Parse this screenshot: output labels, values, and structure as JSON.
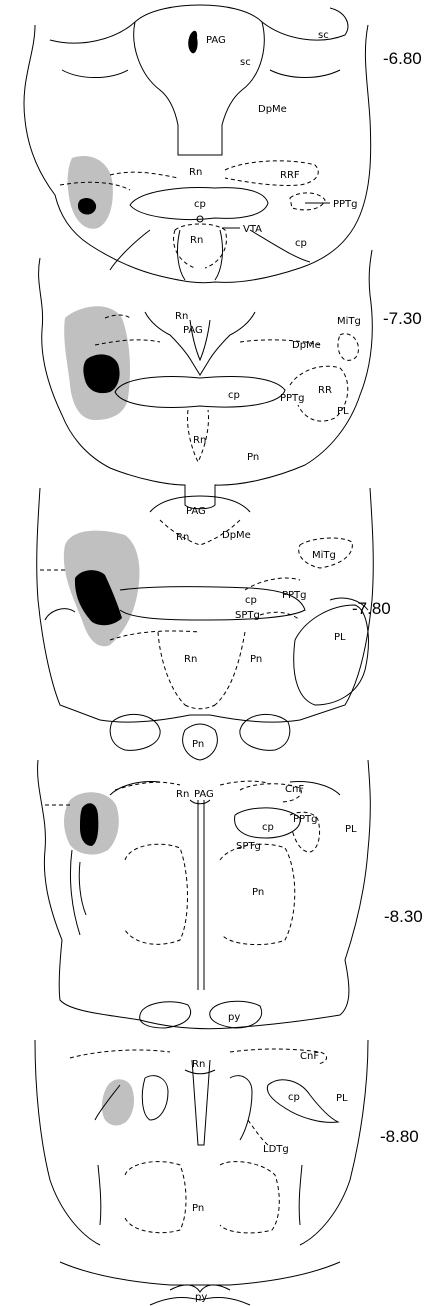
{
  "sections": [
    {
      "coordinate": "-6.80",
      "labels": {
        "sc_a": "sc",
        "sc_b": "sc",
        "pag": "PAG",
        "dpme": "DpMe",
        "rn_a": "Rn",
        "rrf": "RRF",
        "pptg": "PPTg",
        "cp_a": "cp",
        "rn_b": "Rn",
        "vta": "VTA",
        "cp_b": "cp"
      }
    },
    {
      "coordinate": "-7.30",
      "labels": {
        "rn_a": "Rn",
        "pag": "PAG",
        "mitg": "MiTg",
        "dpme": "DpMe",
        "cp": "cp",
        "pptg": "PPTg",
        "rr": "RR",
        "pl": "PL",
        "rn_b": "Rn",
        "pn": "Pn"
      }
    },
    {
      "coordinate": "-7.80",
      "labels": {
        "pag": "PAG",
        "rn_a": "Rn",
        "dpme": "DpMe",
        "mitg": "MiTg",
        "cp": "cp",
        "pptg": "PPTg",
        "sptg": "SPTg",
        "pl": "PL",
        "rn_b": "Rn",
        "pn_a": "Pn",
        "pn_b": "Pn"
      }
    },
    {
      "coordinate": "-8.30",
      "labels": {
        "rn": "Rn",
        "pag": "PAG",
        "cnf": "CnF",
        "pptg": "PPTg",
        "cp": "cp",
        "pl": "PL",
        "sptg": "SPTg",
        "pn": "Pn",
        "py": "py"
      }
    },
    {
      "coordinate": "-8.80",
      "labels": {
        "cnf": "CnF",
        "rn": "Rn",
        "cp": "cp",
        "pl": "PL",
        "ldtg": "LDTg",
        "pn": "Pn",
        "py": "py"
      }
    }
  ],
  "colors": {
    "lesion_extent": "#c0c0c0",
    "lesion_core": "#000000",
    "outline": "#000000",
    "background": "#ffffff"
  }
}
